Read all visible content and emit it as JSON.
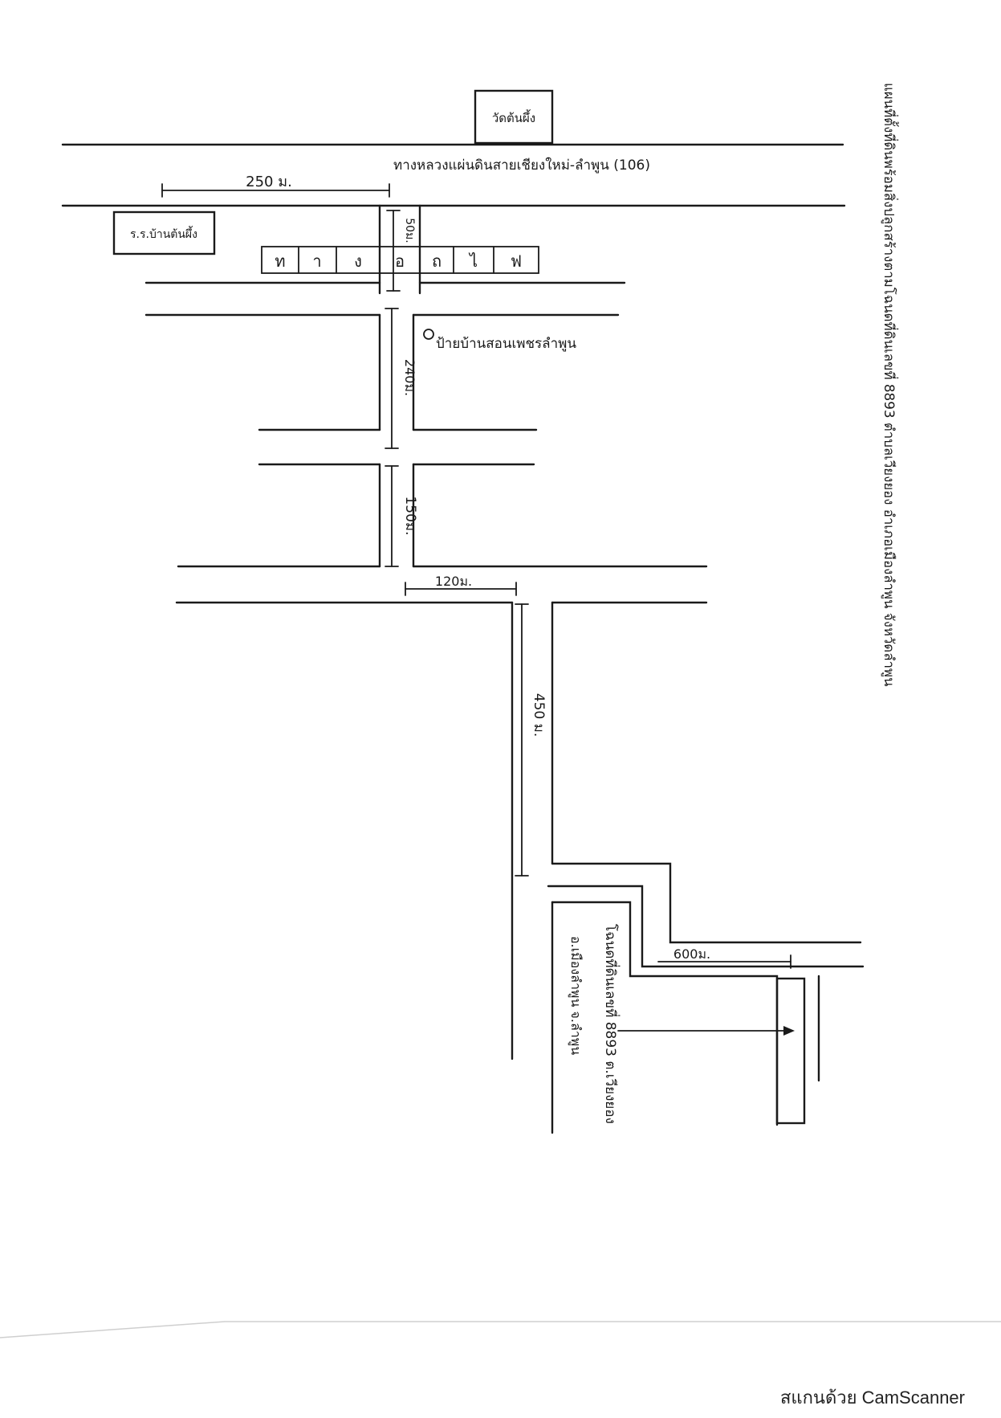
{
  "landmarks": {
    "temple": "วัดต้นผึ้ง",
    "school": "ร.ร.บ้านต้นผึ้ง",
    "village_sign": "ป้ายบ้านสอนเพชรลำพูน"
  },
  "roads": {
    "highway": "ทางหลวงแผ่นดินสายเชียงใหม่-ลำพูน (106)",
    "crossing_letters": [
      "ท",
      "า",
      "ง",
      "อ",
      "ถ",
      "ไ",
      "ฟ"
    ]
  },
  "distances": {
    "d250": "250 ม.",
    "d50": "50ม.",
    "d240": "240ม.",
    "d150": "150ม.",
    "d120": "120ม.",
    "d450": "450 ม.",
    "d600": "600ม."
  },
  "destination": {
    "line1": "โฉนดที่ดินเลขที่ 8893 ต.เวียงยอง",
    "line2": "อ.เมืองลำพูน จ.ลำพูน"
  },
  "side_note": "แผนที่ตั้งที่ดินพร้อมสิ่งปลูกสร้างตามโฉนดที่ดินเลขที่ 8893 ตำบลเวียงยอง อำเภอเมืองลำพูน จังหวัดลำพูน",
  "footer": "สแกนด้วย CamScanner"
}
